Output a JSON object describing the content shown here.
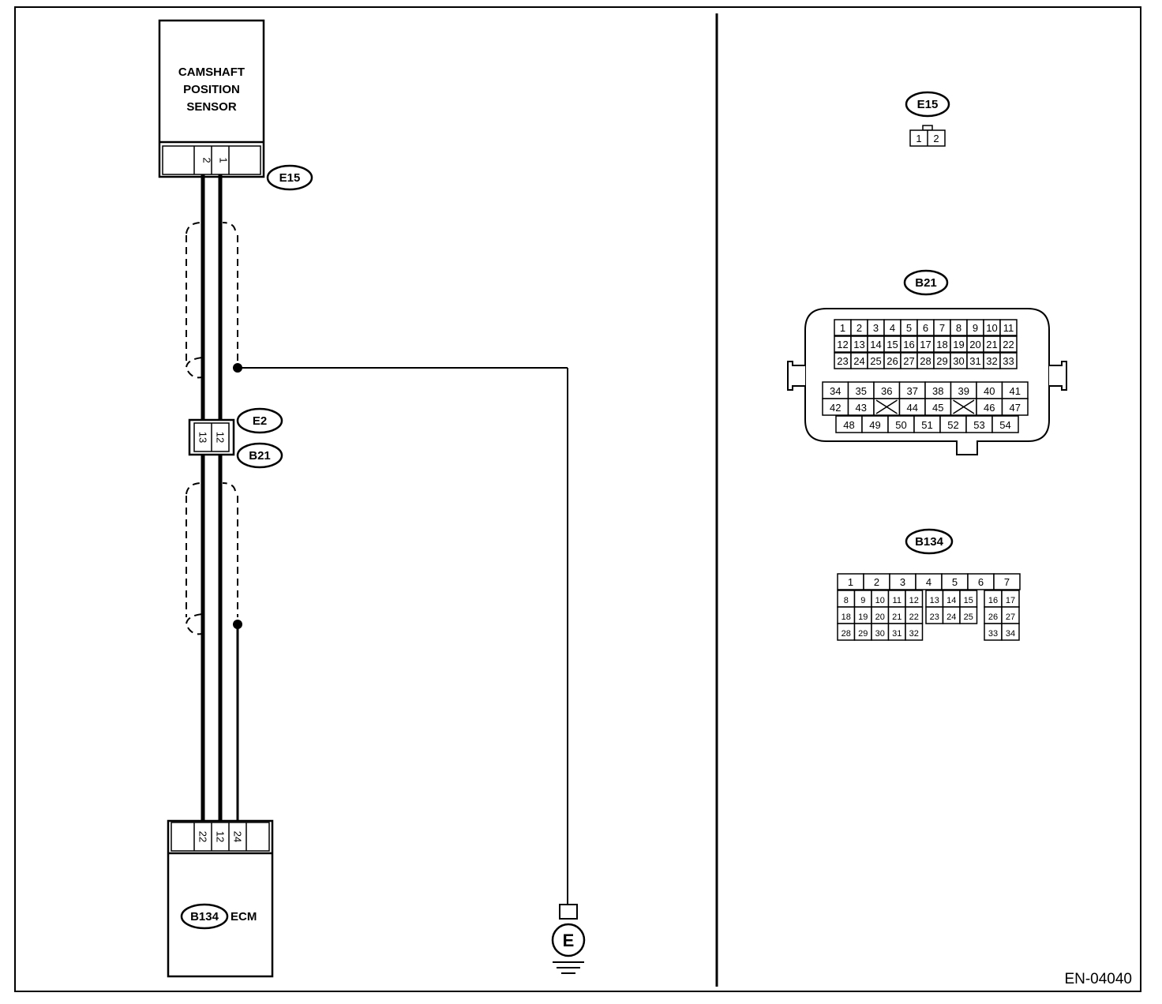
{
  "sensor": {
    "title_lines": [
      "CAMSHAFT",
      "POSITION",
      "SENSOR"
    ],
    "connector": "E15",
    "pins": [
      "2",
      "1"
    ]
  },
  "joint": {
    "connector_top": "E2",
    "connector_bottom": "B21",
    "pins": [
      "13",
      "12"
    ]
  },
  "ecm": {
    "connector": "B134",
    "label": "ECM",
    "pins": [
      "22",
      "12",
      "24"
    ]
  },
  "ground": {
    "symbol": "E"
  },
  "connector_views": {
    "e15": {
      "label": "E15",
      "pins": [
        "1",
        "2"
      ]
    },
    "b21": {
      "label": "B21",
      "rows": [
        [
          "1",
          "2",
          "3",
          "4",
          "5",
          "6",
          "7",
          "8",
          "9",
          "10",
          "11"
        ],
        [
          "12",
          "13",
          "14",
          "15",
          "16",
          "17",
          "18",
          "19",
          "20",
          "21",
          "22"
        ],
        [
          "23",
          "24",
          "25",
          "26",
          "27",
          "28",
          "29",
          "30",
          "31",
          "32",
          "33"
        ],
        [
          "34",
          "35",
          "36",
          "37",
          "38",
          "39",
          "40",
          "41"
        ],
        [
          "42",
          "43",
          "",
          "44",
          "45",
          "",
          "46",
          "47"
        ],
        [
          "48",
          "49",
          "50",
          "51",
          "52",
          "53",
          "54"
        ]
      ]
    },
    "b134": {
      "label": "B134",
      "rows": [
        [
          "1",
          "2",
          "3",
          "4",
          "5",
          "6",
          "7"
        ],
        [
          "8",
          "9",
          "10",
          "11",
          "12",
          "13",
          "14",
          "15",
          "16",
          "17"
        ],
        [
          "18",
          "19",
          "20",
          "21",
          "22",
          "23",
          "24",
          "25",
          "26",
          "27"
        ],
        [
          "28",
          "29",
          "30",
          "31",
          "32",
          "33",
          "34"
        ]
      ]
    }
  },
  "figure_code": "EN-04040"
}
